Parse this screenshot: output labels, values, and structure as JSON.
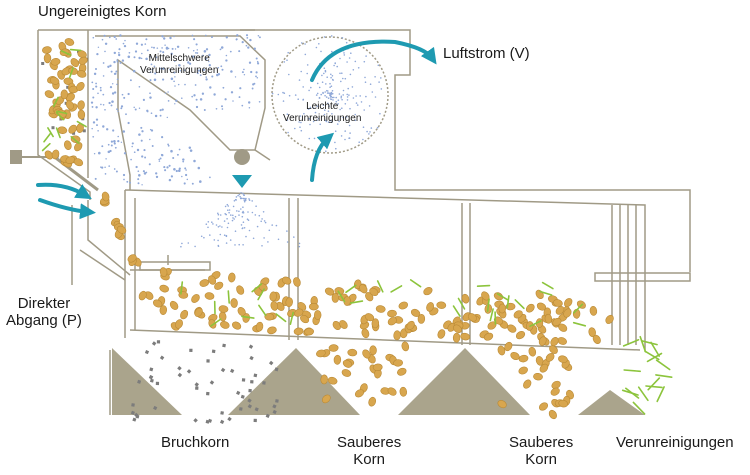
{
  "labels": {
    "raw_grain": "Ungereinigtes Korn",
    "airflow": "Luftstrom (V)",
    "medium_impurities_1": "Mittelschwere",
    "medium_impurities_2": "Verunreinigungen",
    "light_impurities_1": "Leichte",
    "light_impurities_2": "Verunreinigungen",
    "direct_outlet_1": "Direkter",
    "direct_outlet_2": "Abgang (P)",
    "broken_grain": "Bruchkorn",
    "clean_grain_a_1": "Sauberes",
    "clean_grain_a_2": "Korn",
    "clean_grain_b_1": "Sauberes",
    "clean_grain_b_2": "Korn",
    "impurities": "Verunreinigungen"
  },
  "colors": {
    "frame": "#a09a86",
    "frame_dark": "#8a846f",
    "grain": "#d8a64e",
    "grain_edge": "#b98a36",
    "straw": "#8cc43c",
    "dust": "#8fa8d8",
    "broken": "#7c7c7c",
    "arrow": "#1e9ab1",
    "hopper": "#aaa48c"
  }
}
